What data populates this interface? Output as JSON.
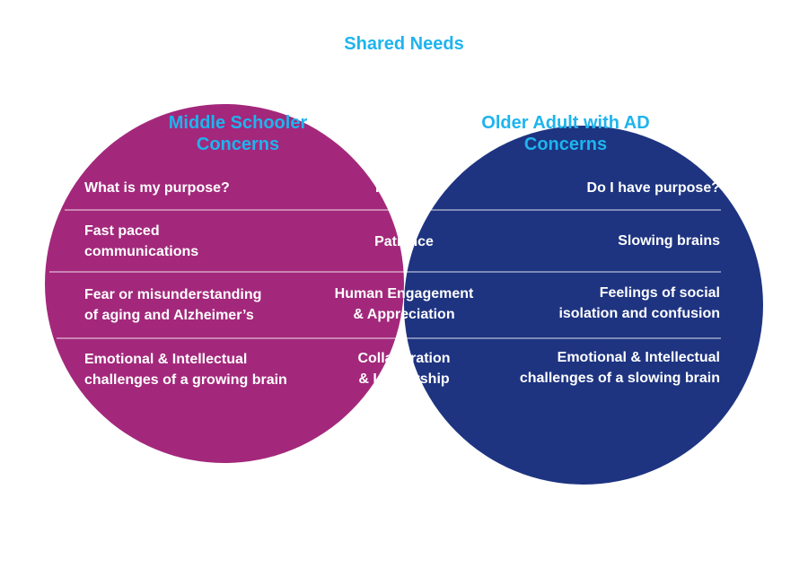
{
  "shared_title": "Shared Needs",
  "left_title": [
    "Middle Schooler",
    "Concerns"
  ],
  "right_title": [
    "Older Adult with AD",
    "Concerns"
  ],
  "left_items": [
    [
      "What is my purpose?"
    ],
    [
      "Fast paced",
      "communications"
    ],
    [
      "Fear or misunderstanding",
      "of aging and Alzheimer’s"
    ],
    [
      "Emotional & Intellectual",
      "challenges of a growing brain"
    ]
  ],
  "center_items": [
    [
      "Purpose"
    ],
    [
      "Patience"
    ],
    [
      "Human Engagement",
      "& Appreciation"
    ],
    [
      "Collaboration",
      "& Leadership"
    ]
  ],
  "right_items": [
    [
      "Do I have purpose?"
    ],
    [
      "Slowing brains"
    ],
    [
      "Feelings of social",
      "isolation and confusion"
    ],
    [
      "Emotional & Intellectual",
      "challenges of a slowing brain"
    ]
  ],
  "colors": {
    "left_circle": "#a3287b",
    "right_circle": "#1e3481",
    "overlap": "#0aafef",
    "title": "#1eb4ee",
    "divider": "#ffffff"
  }
}
